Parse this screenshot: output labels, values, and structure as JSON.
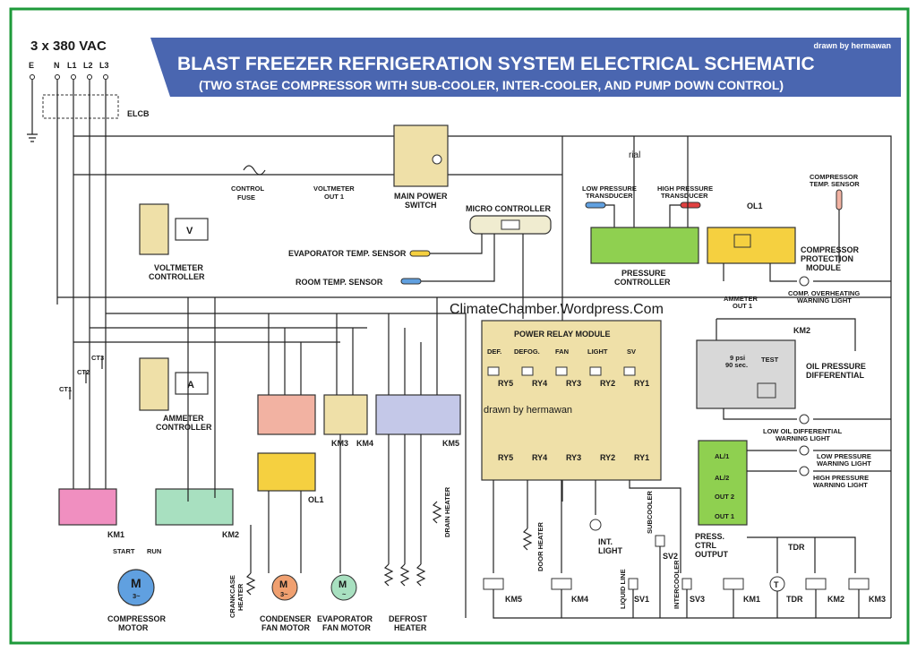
{
  "title": {
    "main": "BLAST FREEZER REFRIGERATION SYSTEM ELECTRICAL SCHEMATIC",
    "sub": "(TWO STAGE COMPRESSOR WITH SUB-COOLER, INTER-COOLER, AND PUMP DOWN CONTROL)",
    "credit": "drawn by hermawan"
  },
  "supply": {
    "label": "3 x 380 VAC",
    "terminals": [
      "E",
      "N",
      "L1",
      "L2",
      "L3"
    ],
    "elcb": "ELCB"
  },
  "components": {
    "control_fuse": "CONTROL\nFUSE",
    "voltmeter_out": "VOLTMETER\nOUT 1",
    "main_power_switch": "MAIN POWER\nSWITCH",
    "micro_controller": "MICRO CONTROLLER",
    "evap_sensor": "EVAPORATOR TEMP. SENSOR",
    "room_sensor": "ROOM TEMP. SENSOR",
    "voltmeter_controller": "VOLTMETER\nCONTROLLER",
    "voltmeter_symbol": "V",
    "ammeter_controller": "AMMETER\nCONTROLLER",
    "ammeter_symbol": "A",
    "ct_labels": [
      "CT3",
      "CT2",
      "CT1"
    ],
    "low_pressure_transducer": "LOW PRESSURE\nTRANSDUCER",
    "high_pressure_transducer": "HIGH PRESSURE\nTRANSDUCER",
    "pressure_controller": "PRESSURE\nCONTROLLER",
    "ol1_top": "OL1",
    "compressor_temp_sensor": "COMPRESSOR\nTEMP. SENSOR",
    "compressor_protection": "COMPRESSOR\nPROTECTION\nMODULE",
    "comp_overheating": "COMP. OVERHEATING\nWARNING LIGHT",
    "ammeter_out": "AMMETER\nOUT 1",
    "km2_contact": "KM2",
    "oil_diff_settings": "9 psi\n90 sec.",
    "oil_test": "TEST",
    "oil_pressure_diff": "OIL PRESSURE\nDIFFERENTIAL",
    "low_oil_light": "LOW OIL DIFFERENTIAL\nWARNING LIGHT",
    "low_pressure_light": "LOW PRESSURE\nWARNING LIGHT",
    "high_pressure_light": "HIGH PRESSURE\nWARNING LIGHT",
    "press_outputs": [
      "AL/1",
      "AL/2",
      "OUT 2",
      "OUT 1"
    ],
    "press_ctrl_output": "PRESS.\nCTRL\nOUTPUT",
    "tdr": "TDR",
    "power_relay_module": "POWER RELAY MODULE",
    "relay_functions": [
      "DEF.",
      "DEFOG.",
      "FAN",
      "LIGHT",
      "SV"
    ],
    "relays": [
      "RY5",
      "RY4",
      "RY3",
      "RY2",
      "RY1"
    ],
    "watermark_module": "drawn by hermawan",
    "watermark_site": "ClimateChamber.Wordpress.Com",
    "watermark_rial": "rial",
    "contactors": [
      "KM1",
      "KM2",
      "KM3",
      "KM4",
      "KM5"
    ],
    "ol1": "OL1",
    "motor_start": "START",
    "motor_run": "RUN",
    "compressor_motor": "COMPRESSOR\nMOTOR",
    "crankcase_heater": "CRANKCASE\nHEATER",
    "condenser_fan": "CONDENSER\nFAN MOTOR",
    "evaporator_fan": "EVAPORATOR\nFAN MOTOR",
    "defrost_heater": "DEFROST\nHEATER",
    "drain_heater": "DRAIN HEATER",
    "door_heater": "DOOR HEATER",
    "int_light": "INT.\nLIGHT",
    "liquid_line": "LIQUID LINE",
    "subcooler": "SUBCOOLER",
    "intercooler": "INTERCOOLER",
    "sv": [
      "SV1",
      "SV2",
      "SV3"
    ],
    "bottom_coils": [
      "KM5",
      "KM4",
      "KM1",
      "TDR",
      "KM2",
      "KM3"
    ],
    "motor_symbol": "M",
    "tilde": "3~",
    "fan_tilde": "~",
    "tdr_symbol": "T"
  },
  "colors": {
    "border": "#1e9a3a",
    "banner": "#4a66b0",
    "pink": "#f08fc0",
    "mint": "#a8e0c0",
    "salmon": "#f2b2a2",
    "tan": "#efe0a8",
    "lavender": "#c4c8e8",
    "yellow": "#f5d040",
    "green": "#8fd050",
    "grey": "#d8d8d8"
  }
}
